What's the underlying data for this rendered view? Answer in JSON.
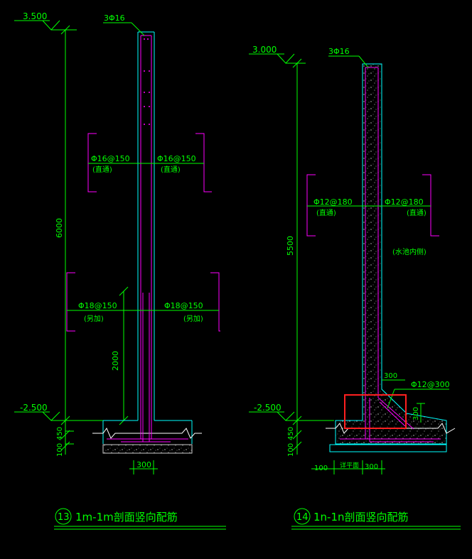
{
  "left": {
    "top_elev": "3.500",
    "bottom_elev": "-2.500",
    "top_bar": "3Φ16",
    "rebar_upper_l": "Φ16@150",
    "rebar_upper_l_note": "(直通)",
    "rebar_upper_r": "Φ16@150",
    "rebar_upper_r_note": "(直通)",
    "rebar_lower_l": "Φ18@150",
    "rebar_lower_l_note": "(另加)",
    "rebar_lower_r": "Φ18@150",
    "rebar_lower_r_note": "(另加)",
    "dim_height": "6000",
    "dim_extra": "2000",
    "dim_450": "450",
    "dim_100": "100",
    "dim_width": "300",
    "caption_num": "13",
    "caption": "1m-1m剖面竖向配筋"
  },
  "right": {
    "top_elev": "3.000",
    "bottom_elev": "-2.500",
    "top_bar": "3Φ16",
    "rebar_l": "Φ12@180",
    "rebar_l_note": "(直通)",
    "rebar_r": "Φ12@180",
    "rebar_r_note": "(直通)",
    "inner_note": "(水池内侧)",
    "dim_height": "5500",
    "dim_450": "450",
    "dim_100": "100",
    "dim_300_top": "300",
    "dim_300_side": "300",
    "haunch_bar": "Φ12@300",
    "dim_100_bottom": "100",
    "dim_300_bottom": "300",
    "bottom_note": "详平面",
    "caption_num": "14",
    "caption": "1n-1n剖面竖向配筋"
  },
  "colors": {
    "dim": "#00ff00",
    "wall": "#00ffff",
    "rebar": "#ff00ff",
    "text": "#00ff00",
    "highlight": "#ff2020"
  }
}
